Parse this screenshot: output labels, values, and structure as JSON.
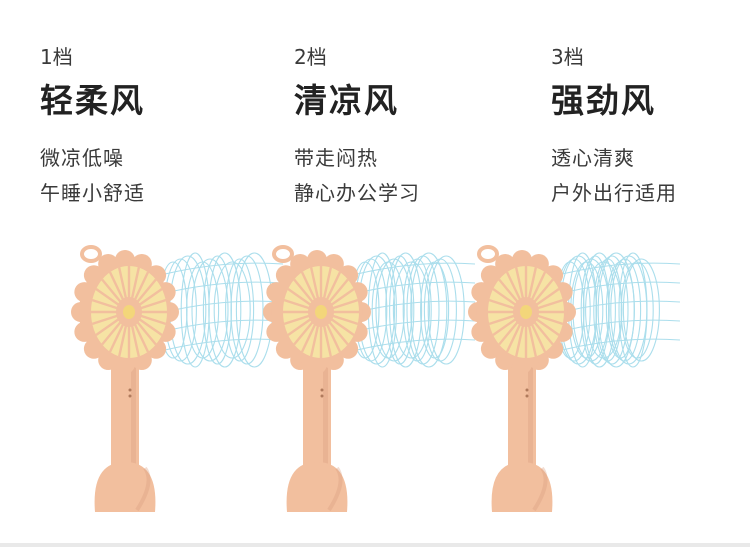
{
  "columns": [
    {
      "level": "1档",
      "mode": "轻柔风",
      "line1": "微凉低噪",
      "line2": "午睡小舒适",
      "airflow_strength": 1
    },
    {
      "level": "2档",
      "mode": "清凉风",
      "line1": "带走闷热",
      "line2": "静心办公学习",
      "airflow_strength": 2
    },
    {
      "level": "3档",
      "mode": "强劲风",
      "line1": "透心清爽",
      "line2": "户外出行适用",
      "airflow_strength": 3
    }
  ],
  "colors": {
    "fan_body": "#f2bf9e",
    "fan_shadow": "#d99f7f",
    "blade": "#f6e3a4",
    "blade_core": "#f3d67a",
    "airflow": "#8fd3e6"
  },
  "icons": [
    "handheld-fan-icon",
    "airflow-icon"
  ]
}
